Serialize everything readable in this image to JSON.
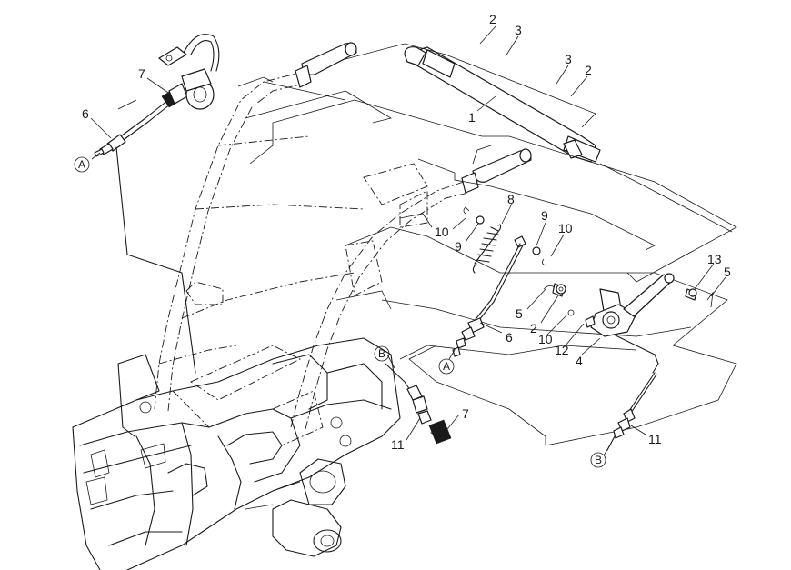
{
  "callouts": [
    {
      "label": "2"
    },
    {
      "label": "3"
    },
    {
      "label": "3"
    },
    {
      "label": "2"
    },
    {
      "label": "1"
    },
    {
      "label": "7"
    },
    {
      "label": "6"
    },
    {
      "label": "8"
    },
    {
      "label": "10"
    },
    {
      "label": "9"
    },
    {
      "label": "9"
    },
    {
      "label": "10"
    },
    {
      "label": "13"
    },
    {
      "label": "5"
    },
    {
      "label": "5"
    },
    {
      "label": "2"
    },
    {
      "label": "10"
    },
    {
      "label": "12"
    },
    {
      "label": "4"
    },
    {
      "label": "6"
    },
    {
      "label": "7"
    },
    {
      "label": "11"
    },
    {
      "label": "11"
    }
  ],
  "reference_marks": [
    {
      "label": "A"
    },
    {
      "label": "A"
    },
    {
      "label": "B"
    },
    {
      "label": "B"
    }
  ]
}
